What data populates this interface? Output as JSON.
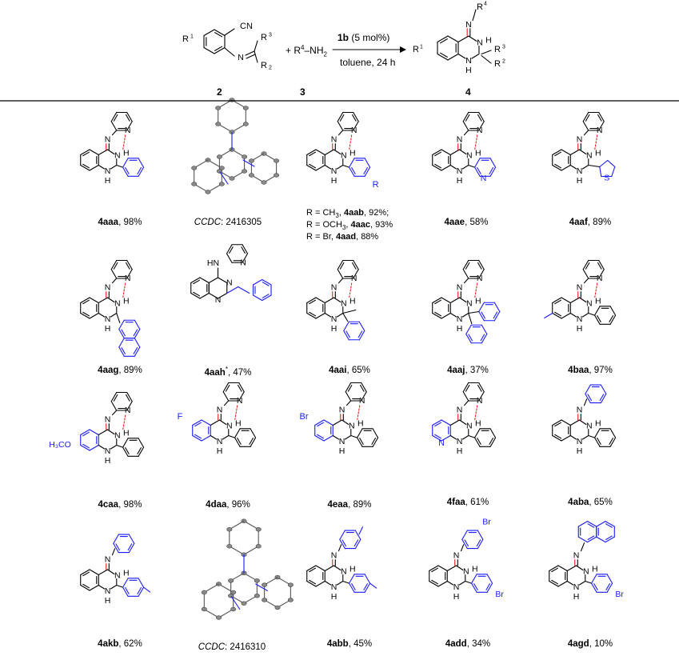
{
  "scheme": {
    "reactant_2": {
      "sub_R1": "1",
      "cn": "CN",
      "sub_R3": "3",
      "sub_R2": "2"
    },
    "reactant_3": {
      "plus": "+",
      "text": "R",
      "sup": "4",
      "suffix": "–NH",
      "sub": "2"
    },
    "arrow_above_bold": "1b",
    "arrow_above_rest": " (5 mol%)",
    "arrow_below": "toluene, 24 h",
    "product_4": {
      "r4": "4",
      "h": "H",
      "r3": "3",
      "r2": "2",
      "r1": "1"
    },
    "labels": [
      "2",
      "3",
      "4"
    ]
  },
  "compounds": [
    {
      "id": "4aaa",
      "yield": ", 98%"
    },
    {
      "ccdc_label": "CCDC",
      "ccdc_number": ": 2416305"
    },
    {
      "id": "4aab",
      "r_lines": [
        {
          "pre": "R = CH",
          "sub": "3",
          "mid": ", ",
          "id": "4aab",
          "post": ", 92%;"
        },
        {
          "pre": "R = OCH",
          "sub": "3",
          "mid": ", ",
          "id": "4aac",
          "post": ", 93%"
        },
        {
          "pre": "R = Br, ",
          "sub": "",
          "mid": "",
          "id": "4aad",
          "post": ", 88%"
        }
      ],
      "r_label": "R"
    },
    {
      "id": "4aae",
      "yield": ", 58%"
    },
    {
      "id": "4aaf",
      "yield": ", 89%"
    },
    {
      "id": "4aag",
      "yield": ", 89%"
    },
    {
      "id": "4aah",
      "sup": "*",
      "yield": ", 47%"
    },
    {
      "id": "4aai",
      "yield": ", 65%"
    },
    {
      "id": "4aaj",
      "yield": ", 37%"
    },
    {
      "id": "4baa",
      "yield": ", 97%"
    },
    {
      "id": "4caa",
      "yield": ", 98%",
      "sub_text": "H₃CO"
    },
    {
      "id": "4daa",
      "yield": ", 96%",
      "sub_text": "F"
    },
    {
      "id": "4eaa",
      "yield": ", 89%",
      "sub_text": "Br"
    },
    {
      "id": "4faa",
      "yield": ", 61%"
    },
    {
      "id": "4aba",
      "yield": ", 65%"
    },
    {
      "id": "4akb",
      "yield": ", 62%"
    },
    {
      "ccdc_label": "CCDC",
      "ccdc_number": ": 2416310"
    },
    {
      "id": "4abb",
      "yield": ", 45%"
    },
    {
      "id": "4add",
      "yield": ", 34%",
      "sub_text": "Br"
    },
    {
      "id": "4agd",
      "yield": ", 10%",
      "sub_text": "Br"
    }
  ],
  "atom_labels": {
    "N": "N",
    "H": "H",
    "S": "S"
  },
  "colors": {
    "black": "#000000",
    "blue": "#1a1aff",
    "red": "#e8201c",
    "ortep": "#8a8a8a"
  }
}
